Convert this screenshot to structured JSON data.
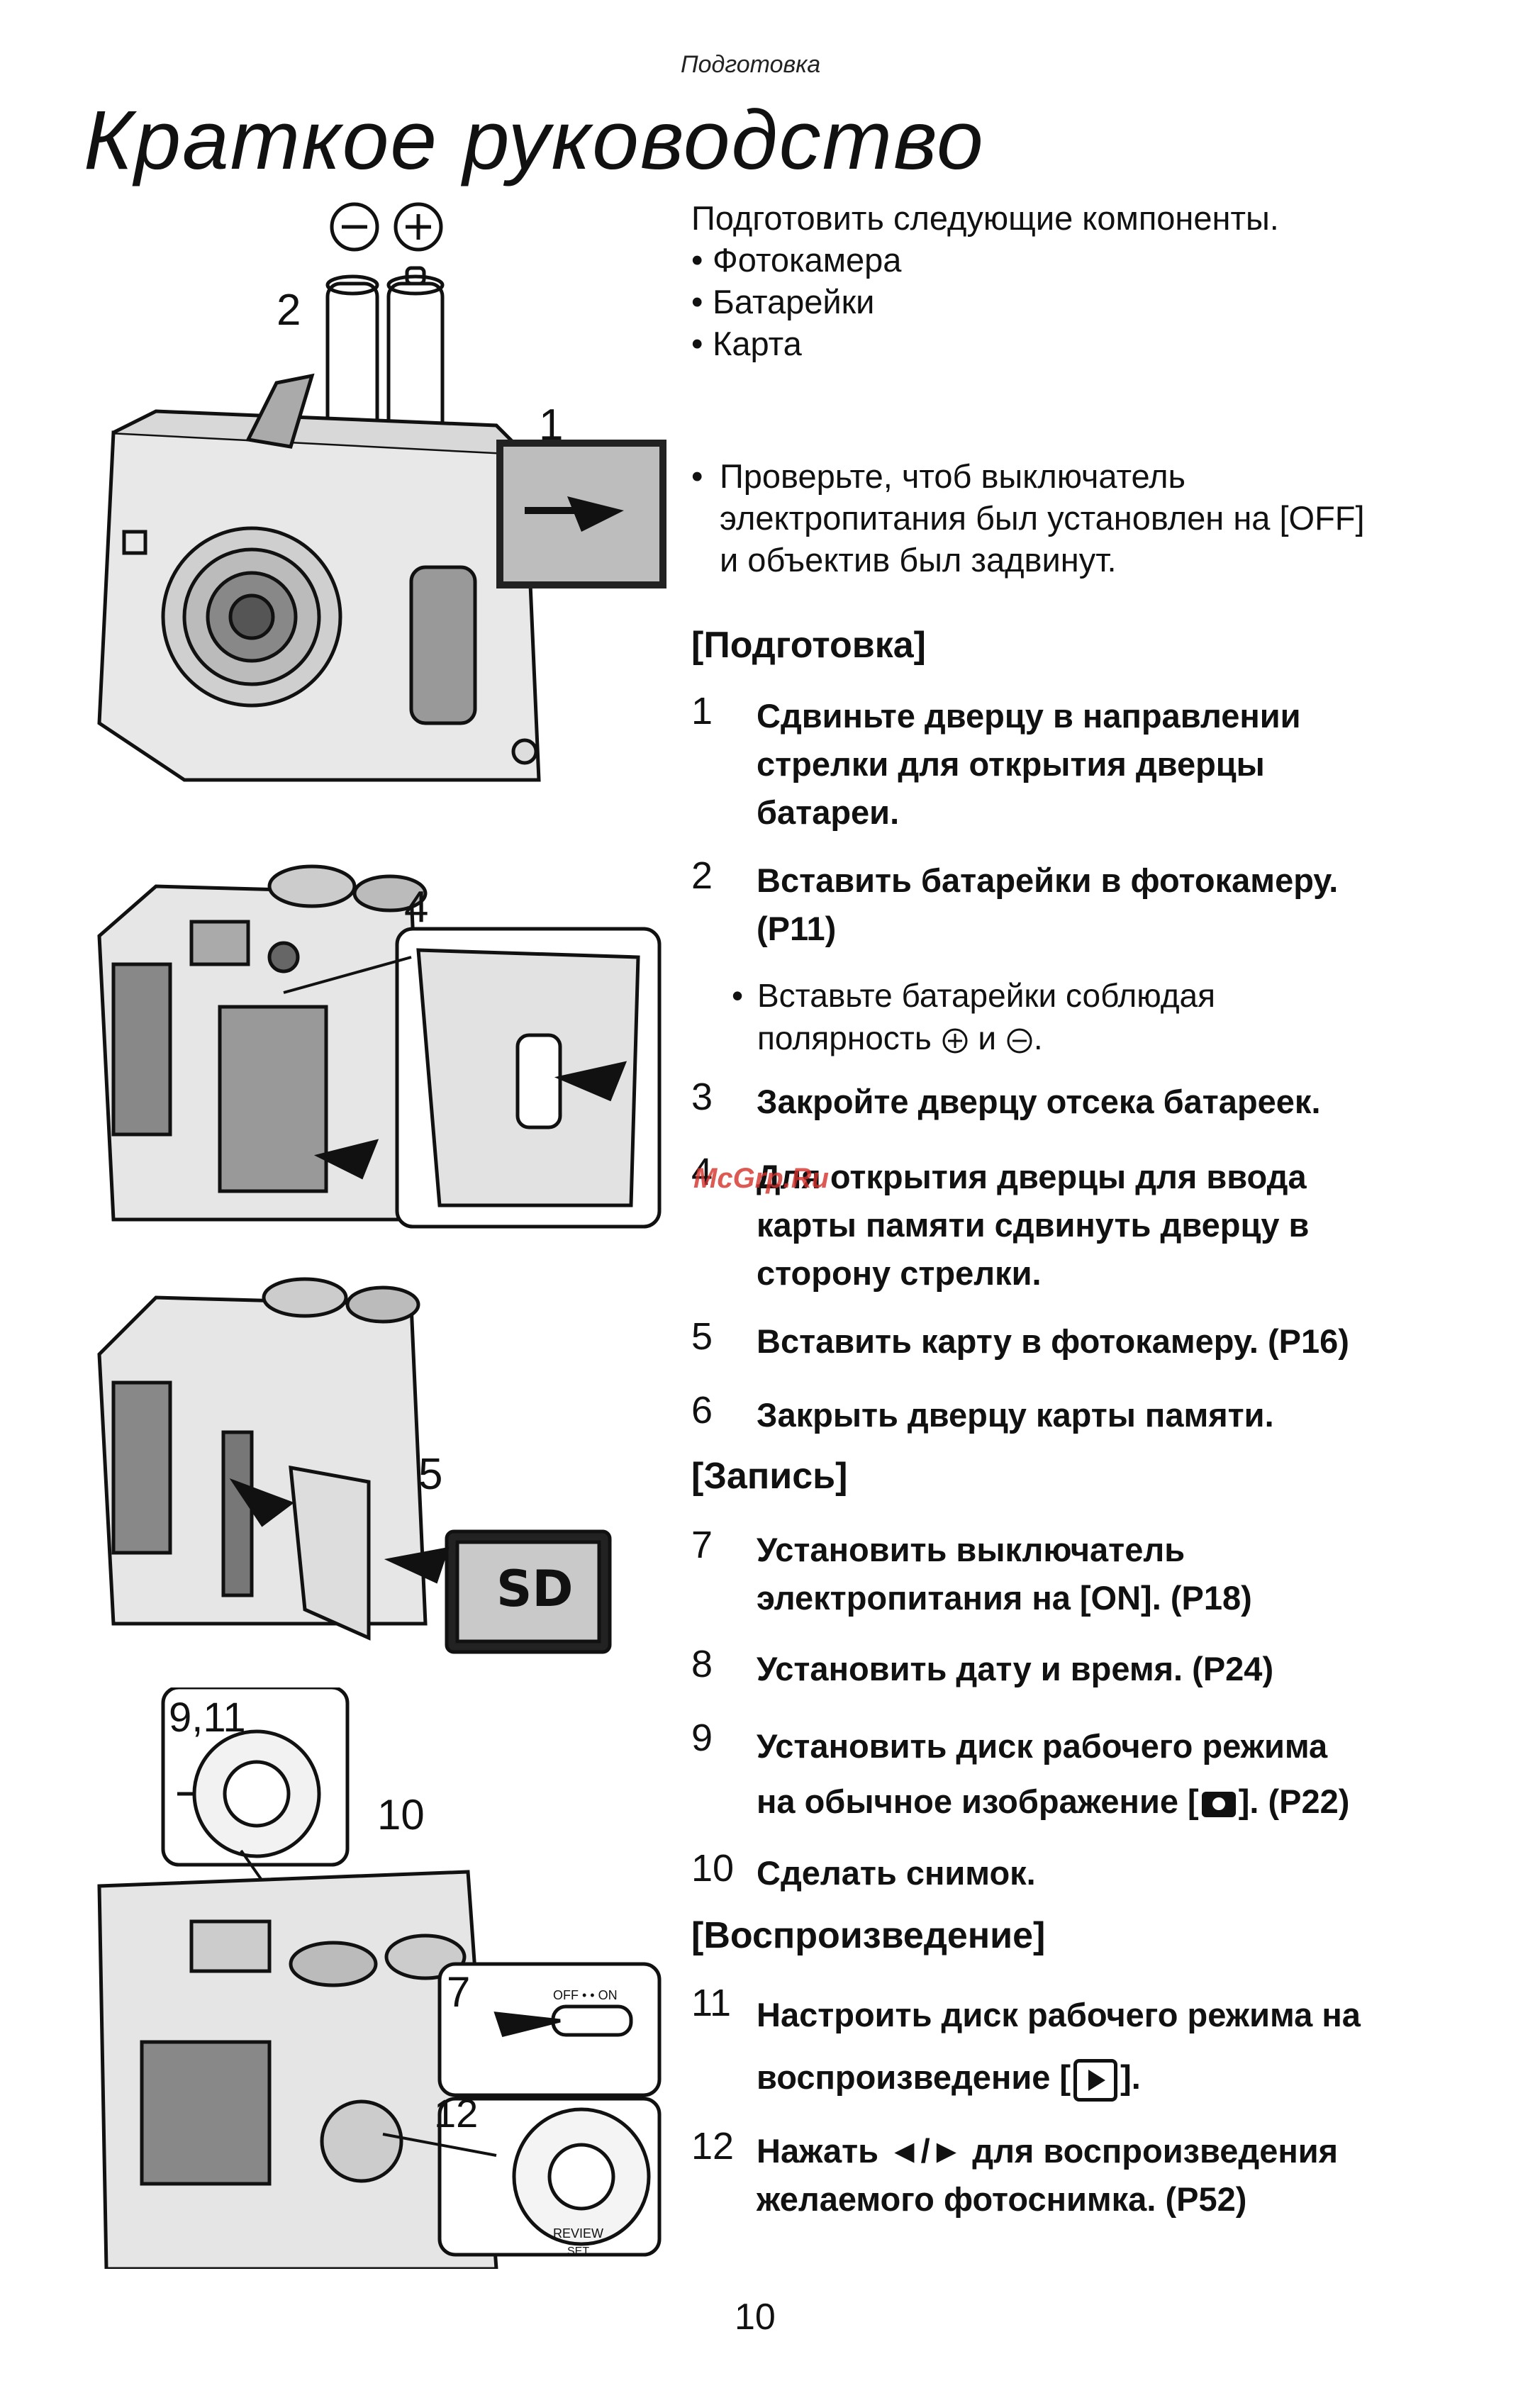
{
  "header": {
    "section": "Подготовка",
    "title": "Краткое руководство"
  },
  "figures": {
    "fig1": {
      "label_2": "2",
      "label_1": "1"
    },
    "fig2": {
      "label_4": "4"
    },
    "fig3": {
      "label_5": "5"
    },
    "fig4": {
      "label_911": "9,11",
      "label_10": "10",
      "label_7": "7",
      "label_12": "12",
      "switch_text": "OFF • • ON",
      "dial_review": "REVIEW",
      "dial_set": "SET"
    }
  },
  "intro": {
    "lead": "Подготовить следующие компоненты.",
    "items": [
      "Фотокамера",
      "Батарейки",
      "Карта"
    ],
    "check_line1": "Проверьте, чтоб выключатель",
    "check_line2": "электропитания был установлен на [OFF]",
    "check_line3": "и объектив был задвинут."
  },
  "sections": {
    "prep": "[Подготовка]",
    "rec": "[Запись]",
    "play": "[Воспроизведение]"
  },
  "steps": {
    "s1": {
      "num": "1",
      "l1": "Сдвиньте дверцу в направлении",
      "l2": "стрелки для открытия дверцы",
      "l3": "батареи."
    },
    "s2": {
      "num": "2",
      "l1": "Вставить батарейки в фотокамеру.",
      "l2": "(P11)"
    },
    "s2_sub": {
      "l1": "Вставьте батарейки соблюдая",
      "l2a": "полярность",
      "l2b": "и"
    },
    "s3": {
      "num": "3",
      "l1": "Закройте дверцу отсека батареек."
    },
    "s4": {
      "num": "4",
      "l1": "Для открытия дверцы для ввода",
      "l2": "карты памяти сдвинуть дверцу в",
      "l3": "сторону стрелки."
    },
    "s5": {
      "num": "5",
      "l1": "Вставить карту в фотокамеру. (P16)"
    },
    "s6": {
      "num": "6",
      "l1": "Закрыть дверцу карты памяти."
    },
    "s7": {
      "num": "7",
      "l1": "Установить выключатель",
      "l2": "электропитания на [ON]. (P18)"
    },
    "s8": {
      "num": "8",
      "l1": "Установить дату и время. (P24)"
    },
    "s9": {
      "num": "9",
      "l1": "Установить диск рабочего режима",
      "l2a": "на обычное изображение [",
      "l2b": "]. (P22)"
    },
    "s10": {
      "num": "10",
      "l1": "Сделать снимок."
    },
    "s11": {
      "num": "11",
      "l1": "Настроить диск рабочего режима на",
      "l2a": "воспроизведение [",
      "l2b": "]."
    },
    "s12": {
      "num": "12",
      "l1": "Нажать ◄/► для воспроизведения",
      "l2": "желаемого фотоснимка. (P52)"
    }
  },
  "watermark": "McGrp.Ru",
  "page_number": "10"
}
